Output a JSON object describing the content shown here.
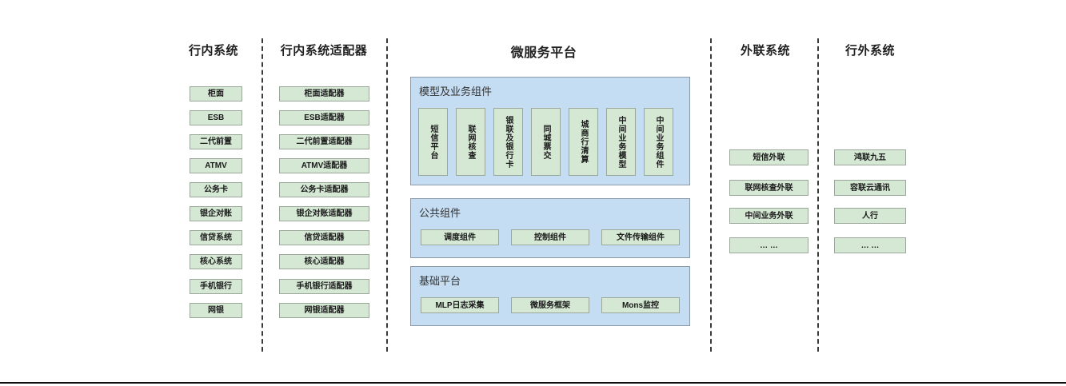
{
  "diagram": {
    "columns": [
      {
        "id": "in-bank-systems",
        "title": "行内系统",
        "items": [
          "柜面",
          "ESB",
          "二代前置",
          "ATMV",
          "公务卡",
          "银企对账",
          "信贷系统",
          "核心系统",
          "手机银行",
          "网银"
        ]
      },
      {
        "id": "in-bank-adapters",
        "title": "行内系统适配器",
        "items": [
          "柜面适配器",
          "ESB适配器",
          "二代前置适配器",
          "ATMV适配器",
          "公务卡适配器",
          "银企对账适配器",
          "信贷适配器",
          "核心适配器",
          "手机银行适配器",
          "网银适配器"
        ]
      },
      {
        "id": "microservice-platform",
        "title": "微服务平台",
        "panels": [
          {
            "id": "model-business-components",
            "title": "模型及业务组件",
            "items": [
              "短信平台",
              "联网核查",
              "银联及银行卡",
              "同城票交",
              "城商行清算",
              "中间业务模型",
              "中间业务组件"
            ]
          },
          {
            "id": "public-components",
            "title": "公共组件",
            "items": [
              "调度组件",
              "控制组件",
              "文件传输组件"
            ]
          },
          {
            "id": "base-platform",
            "title": "基础平台",
            "items": [
              "MLP日志采集",
              "微服务框架",
              "Mons监控"
            ]
          }
        ]
      },
      {
        "id": "external-link-systems",
        "title": "外联系统",
        "items": [
          "短信外联",
          "联网核查外联",
          "中间业务外联",
          "… …"
        ]
      },
      {
        "id": "off-bank-systems",
        "title": "行外系统",
        "items": [
          "鸿联九五",
          "容联云通讯",
          "人行",
          "… …"
        ]
      }
    ],
    "colors": {
      "box_fill": "#d5e8d4",
      "box_border": "#9aa79a",
      "panel_fill": "#c5ddf2",
      "panel_border": "#8d9aa6",
      "divider": "#3a3a3a",
      "text": "#1a1a1a"
    }
  }
}
